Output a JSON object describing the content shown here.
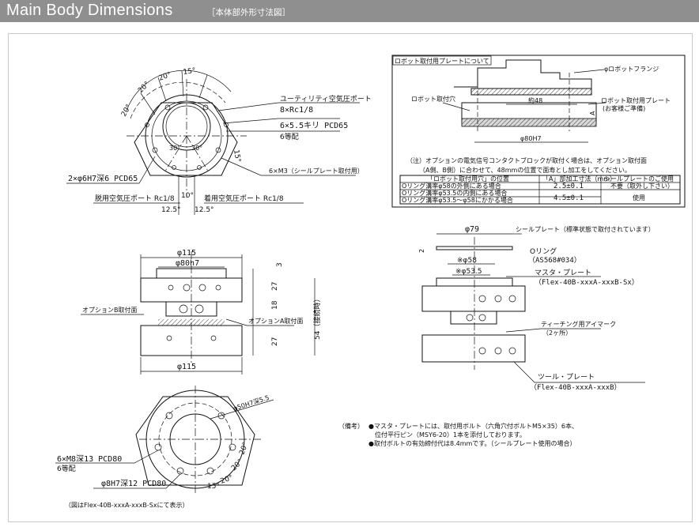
{
  "header": {
    "title": "Main Body Dimensions",
    "subtitle": "［本体部外形寸法図］"
  },
  "top_view": {
    "angles": [
      "20°",
      "20°",
      "20°",
      "15°",
      "15°",
      "30°",
      "30°"
    ],
    "utility_port_label": "ユーティリティ空気圧ポート",
    "utility_port_spec": "8×Rc1/8",
    "counterbore_spec": "6×5.5キリ PCD65",
    "counterbore_note": "6等配",
    "dowel_spec": "2×φ6H7深6 PCD65",
    "seal_plate_screw": "6×M3（シールプレート取付用）",
    "release_port": "脱用空気圧ポート Rc1/8",
    "attach_port": "着用空気圧ポート Rc1/8",
    "bottom_dims": [
      "10°",
      "12.5°",
      "12.5°"
    ]
  },
  "robot_plate_box": {
    "title": "ロボット取付用プレートについて",
    "label_flange": "φロボットフランジ",
    "label_hole": "ロボット取付穴",
    "label_plate": "ロボット取付用プレート",
    "label_plate_note": "(お客様ご準備)",
    "dim_48": "約48",
    "dim_phi": "φ80H7",
    "dim_A": "A",
    "note_line1": "（注）オプションの電気信号コンタクトブロックが取付く場合は、オプション取付面",
    "note_line2": "（A側、B側）に合わせて、48mmの位置で面寿とし加工をしてください。",
    "table": {
      "headers": [
        "「ロボット取付用穴」の位置",
        "「A」部加工寸法（mm）",
        "シールプレートのご使用"
      ],
      "rows": [
        [
          "Oリング溝率φ58の外側にある場合",
          "2.5±0.1",
          "不要（取外し下さい）"
        ],
        [
          "Oリング溝率φ53.5の内側にある場合",
          "4.5±0.1",
          "使用"
        ],
        [
          "Oリング溝率φ53.5～φ58にかかる場合",
          "",
          ""
        ]
      ]
    }
  },
  "front_view": {
    "dim_115_top": "φ115",
    "dim_80": "φ80h7",
    "dim_3": "3",
    "dim_27a": "27",
    "dim_18": "18",
    "dim_27b": "27",
    "dim_54": "54（接続時）",
    "dim_115_bottom": "φ115",
    "label_option_b": "オプションB取付面",
    "label_option_a": "オプションA取付面"
  },
  "side_view": {
    "dim_79": "φ79",
    "seal_plate": "シールプレート（標準状態で取付されています）",
    "dim_2": "2",
    "oring": "Oリング",
    "oring_spec": "（AS568#034）",
    "dim_58": "※φ58",
    "dim_53": "※φ53.5",
    "master_plate": "マスタ・プレート",
    "master_model": "（Flex-40B-xxxA-xxxB-Sx）",
    "teaching_mark": "ティーチング用アイマーク",
    "teaching_count": "（2ヶ所）",
    "tool_plate": "ツール・プレート",
    "tool_model": "（Flex-40B-xxxA-xxxB）"
  },
  "bottom_view": {
    "dim_50": "φ50H7深5.5",
    "tap_spec": "6×M8深13 PCD80",
    "tap_note": "6等配",
    "dowel_spec": "φ8H7深12 PCD80",
    "angles": [
      "15°",
      "20°",
      "20°",
      "20°"
    ],
    "caption": "（図はFlex-40B-xxxA-xxxB-Sxにて表示）"
  },
  "remarks": {
    "label": "（備考）",
    "line1": "●マスタ・プレートには、取付用ボルト（六角穴付ボルトM5×35）6本、",
    "line2": "位付平行ピン（MSY6-20）1本を添付しております。",
    "line3": "●取付ボルトの有効締付代は8.4mmです。（シールプレート使用の場合）"
  }
}
